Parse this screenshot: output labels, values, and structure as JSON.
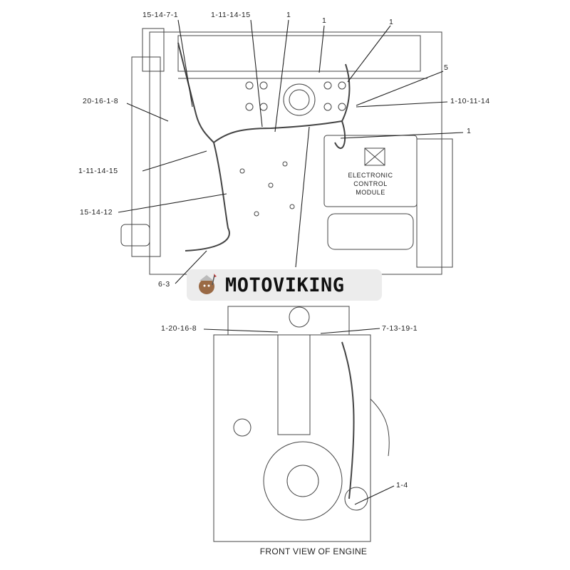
{
  "top_view": {
    "callouts": [
      "15-14-7-1",
      "1-11-14-15",
      "1",
      "1",
      "1",
      "5",
      "1-10-11-14",
      "20-16-1-8",
      "1",
      "1-11-14-15",
      "15-14-12",
      "6-3"
    ],
    "ecm_label": [
      "ELECTRONIC",
      "CONTROL",
      "MODULE"
    ]
  },
  "front_view": {
    "callouts": [
      "1-20-16-8",
      "7-13-19-1",
      "1-4"
    ],
    "caption": "FRONT VIEW OF ENGINE"
  },
  "watermark": {
    "brand": "MOTOVIKING"
  },
  "colors": {
    "line": "#333333",
    "badge_bg": "#ececec"
  }
}
